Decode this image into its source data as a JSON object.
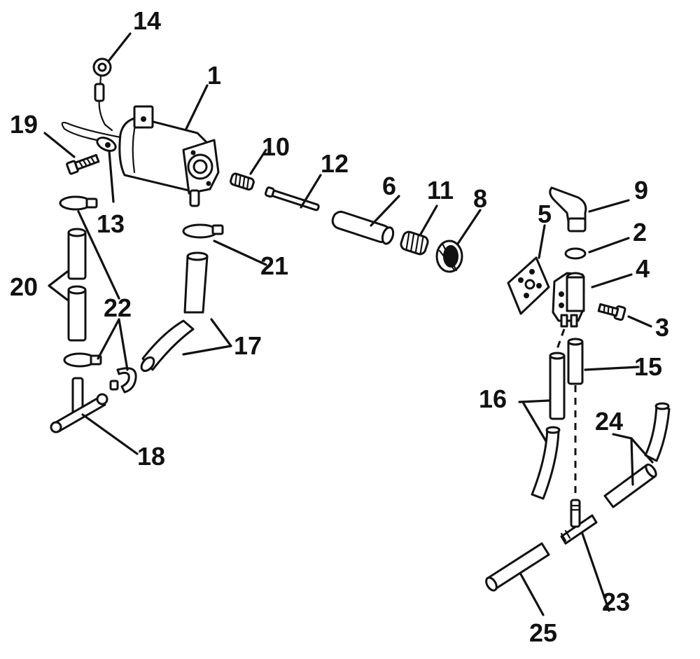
{
  "callouts": [
    {
      "id": "1",
      "text": "1"
    },
    {
      "id": "2",
      "text": "2"
    },
    {
      "id": "3",
      "text": "3"
    },
    {
      "id": "4",
      "text": "4"
    },
    {
      "id": "5",
      "text": "5"
    },
    {
      "id": "6",
      "text": "6"
    },
    {
      "id": "8",
      "text": "8"
    },
    {
      "id": "9",
      "text": "9"
    },
    {
      "id": "10",
      "text": "10"
    },
    {
      "id": "11",
      "text": "11"
    },
    {
      "id": "12",
      "text": "12"
    },
    {
      "id": "13",
      "text": "13"
    },
    {
      "id": "14",
      "text": "14"
    },
    {
      "id": "15",
      "text": "15"
    },
    {
      "id": "16",
      "text": "16"
    },
    {
      "id": "17",
      "text": "17"
    },
    {
      "id": "18",
      "text": "18"
    },
    {
      "id": "19",
      "text": "19"
    },
    {
      "id": "20",
      "text": "20"
    },
    {
      "id": "21",
      "text": "21"
    },
    {
      "id": "22",
      "text": "22"
    },
    {
      "id": "23",
      "text": "23"
    },
    {
      "id": "24",
      "text": "24"
    },
    {
      "id": "25",
      "text": "25"
    }
  ],
  "colors": {
    "line": "#111111",
    "background": "#ffffff"
  }
}
